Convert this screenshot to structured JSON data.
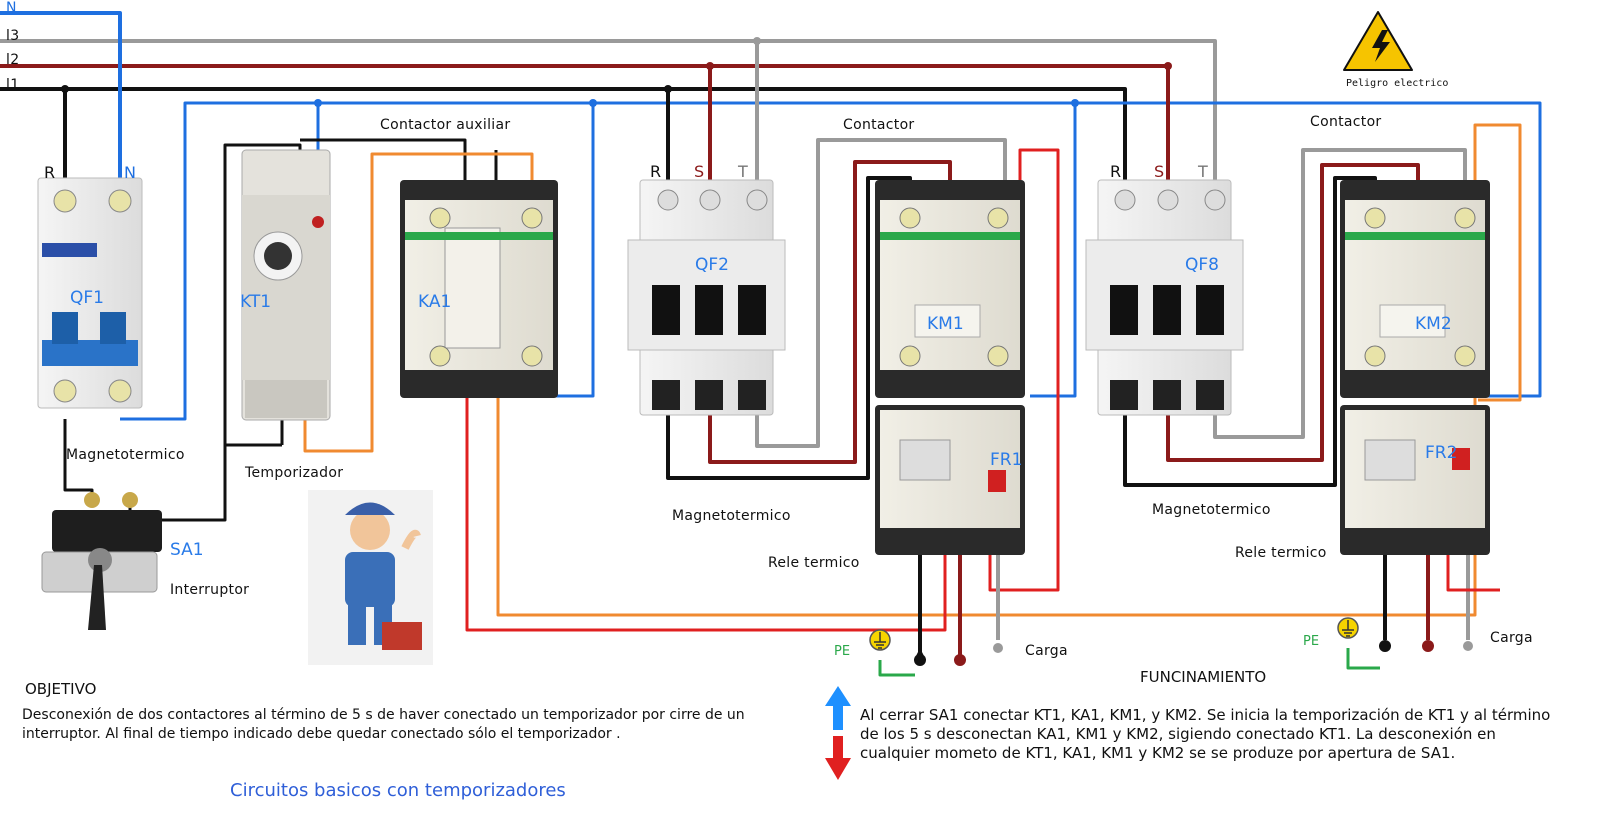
{
  "lines": {
    "n": "N",
    "l3": "l3",
    "l2": "l2",
    "l1": "l1"
  },
  "colors": {
    "neutral": "#1e6fe0",
    "l3": "#9a9a9a",
    "l2": "#8b1a1a",
    "l1": "#111111",
    "orange": "#f08a30",
    "red": "#e02020",
    "green": "#2aa84a",
    "accent_text": "#2a7be8"
  },
  "terminals": {
    "r": "R",
    "n": "N",
    "s": "S",
    "t": "T"
  },
  "devices": {
    "qf1": "QF1",
    "kt1": "KT1",
    "ka1": "KA1",
    "qf2": "QF2",
    "km1": "KM1",
    "fr1": "FR1",
    "qf8": "QF8",
    "km2": "KM2",
    "fr2": "FR2",
    "sa1": "SA1"
  },
  "labels": {
    "magnetotermico": "Magnetotermico",
    "temporizador": "Temporizador",
    "contactor_auxiliar": "Contactor auxiliar",
    "contactor": "Contactor",
    "interruptor": "Interruptor",
    "rele_termico": "Rele termico",
    "carga": "Carga",
    "pe": "PE",
    "peligro": "Peligro electrico"
  },
  "objetivo": {
    "heading": "OBJETIVO",
    "text": "Desconexión de dos contactores al término de 5 s de haver conectado un temporizador por cirre de un interruptor. Al final de tiempo indicado debe quedar conectado sólo el temporizador ."
  },
  "funcionamiento": {
    "heading": "FUNCINAMIENTO",
    "text": "Al cerrar SA1 conectar KT1, KA1, KM1,  y KM2. Se inicia la temporización de KT1 y al término de los 5 s desconectan KA1, KM1 y KM2, sigiendo conectado KT1. La desconexión en cualquier mometo de KT1, KA1, KM1 y KM2 se se produze por apertura de SA1."
  },
  "footer_title": "Circuitos basicos con temporizadores",
  "icons": [
    "warning-icon",
    "ground-icon",
    "arrow-up-icon",
    "arrow-down-icon",
    "electrician-icon"
  ]
}
